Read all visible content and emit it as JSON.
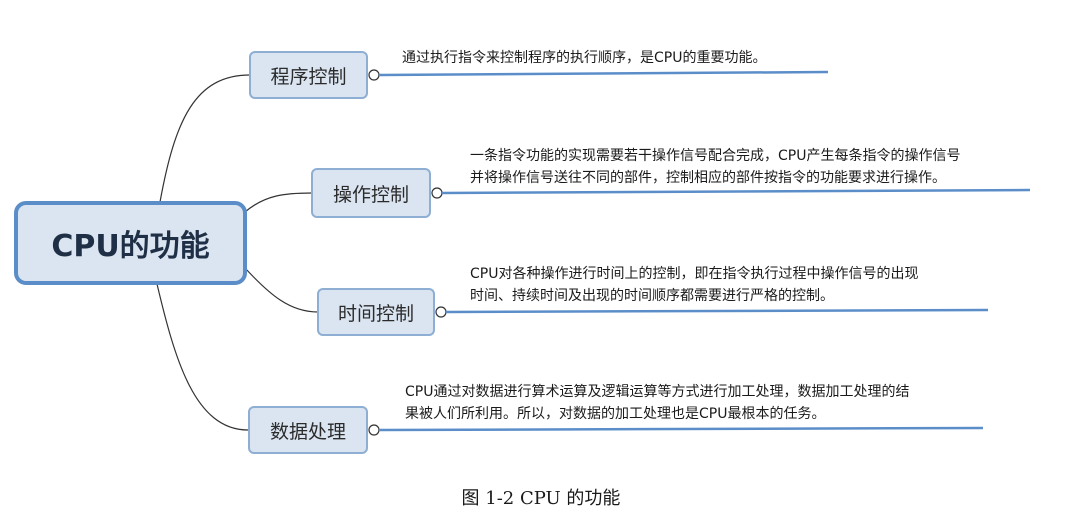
{
  "root": {
    "label": "CPU的功能"
  },
  "branches": [
    {
      "label": "程序控制",
      "lines": [
        "通过执行指令来控制程序的执行顺序，是CPU的重要功能。"
      ]
    },
    {
      "label": "操作控制",
      "lines": [
        "一条指令功能的实现需要若干操作信号配合完成，CPU产生每条指令的操作信号",
        "并将操作信号送往不同的部件，控制相应的部件按指令的功能要求进行操作。"
      ]
    },
    {
      "label": "时间控制",
      "lines": [
        "CPU对各种操作进行时间上的控制，即在指令执行过程中操作信号的出现",
        "时间、持续时间及出现的时间顺序都需要进行严格的控制。"
      ]
    },
    {
      "label": "数据处理",
      "lines": [
        "CPU通过对数据进行算术运算及逻辑运算等方式进行加工处理，数据加工处理的结",
        "果被人们所利用。所以，对数据的加工处理也是CPU最根本的任务。"
      ]
    }
  ],
  "caption": "图 1-2    CPU 的功能",
  "colors": {
    "node_fill": "#dbe5f1",
    "node_border": "#8eaed3",
    "root_border": "#5b8ec9",
    "underline": "#5b8ec9",
    "connector": "#333333"
  }
}
